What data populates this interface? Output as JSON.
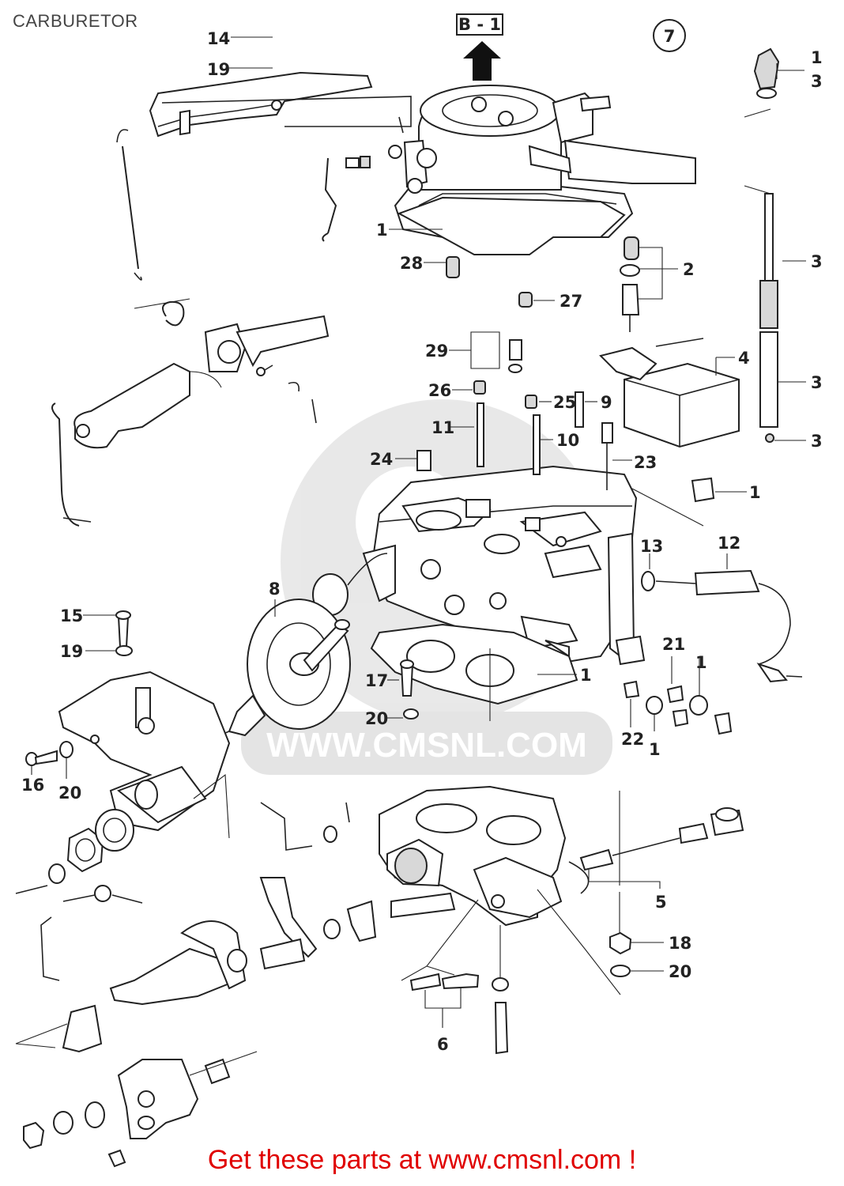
{
  "title": "CARBURETOR",
  "ref_box": "B - 1",
  "circle_number": "7",
  "watermark": "WWW.CMSNL.COM",
  "footer": "Get these parts at www.cmsnl.com !",
  "callouts": [
    {
      "id": "c14",
      "text": "14"
    },
    {
      "id": "c19a",
      "text": "19"
    },
    {
      "id": "c1a",
      "text": "1"
    },
    {
      "id": "c3a",
      "text": "3"
    },
    {
      "id": "c1b",
      "text": "1"
    },
    {
      "id": "c28",
      "text": "28"
    },
    {
      "id": "c2",
      "text": "2"
    },
    {
      "id": "c3b",
      "text": "3"
    },
    {
      "id": "c27",
      "text": "27"
    },
    {
      "id": "c29",
      "text": "29"
    },
    {
      "id": "c4",
      "text": "4"
    },
    {
      "id": "c3c",
      "text": "3"
    },
    {
      "id": "c26",
      "text": "26"
    },
    {
      "id": "c25",
      "text": "25"
    },
    {
      "id": "c9",
      "text": "9"
    },
    {
      "id": "c11",
      "text": "11"
    },
    {
      "id": "c10",
      "text": "10"
    },
    {
      "id": "c3d",
      "text": "3"
    },
    {
      "id": "c24",
      "text": "24"
    },
    {
      "id": "c23",
      "text": "23"
    },
    {
      "id": "c1c",
      "text": "1"
    },
    {
      "id": "c8",
      "text": "8"
    },
    {
      "id": "c13",
      "text": "13"
    },
    {
      "id": "c12",
      "text": "12"
    },
    {
      "id": "c15",
      "text": "15"
    },
    {
      "id": "c19b",
      "text": "19"
    },
    {
      "id": "c21",
      "text": "21"
    },
    {
      "id": "c1d",
      "text": "1"
    },
    {
      "id": "c17",
      "text": "17"
    },
    {
      "id": "c1e",
      "text": "1"
    },
    {
      "id": "c20a",
      "text": "20"
    },
    {
      "id": "c22",
      "text": "22"
    },
    {
      "id": "c1f",
      "text": "1"
    },
    {
      "id": "c16",
      "text": "16"
    },
    {
      "id": "c20b",
      "text": "20"
    },
    {
      "id": "c5",
      "text": "5"
    },
    {
      "id": "c18",
      "text": "18"
    },
    {
      "id": "c20c",
      "text": "20"
    },
    {
      "id": "c6",
      "text": "6"
    }
  ]
}
